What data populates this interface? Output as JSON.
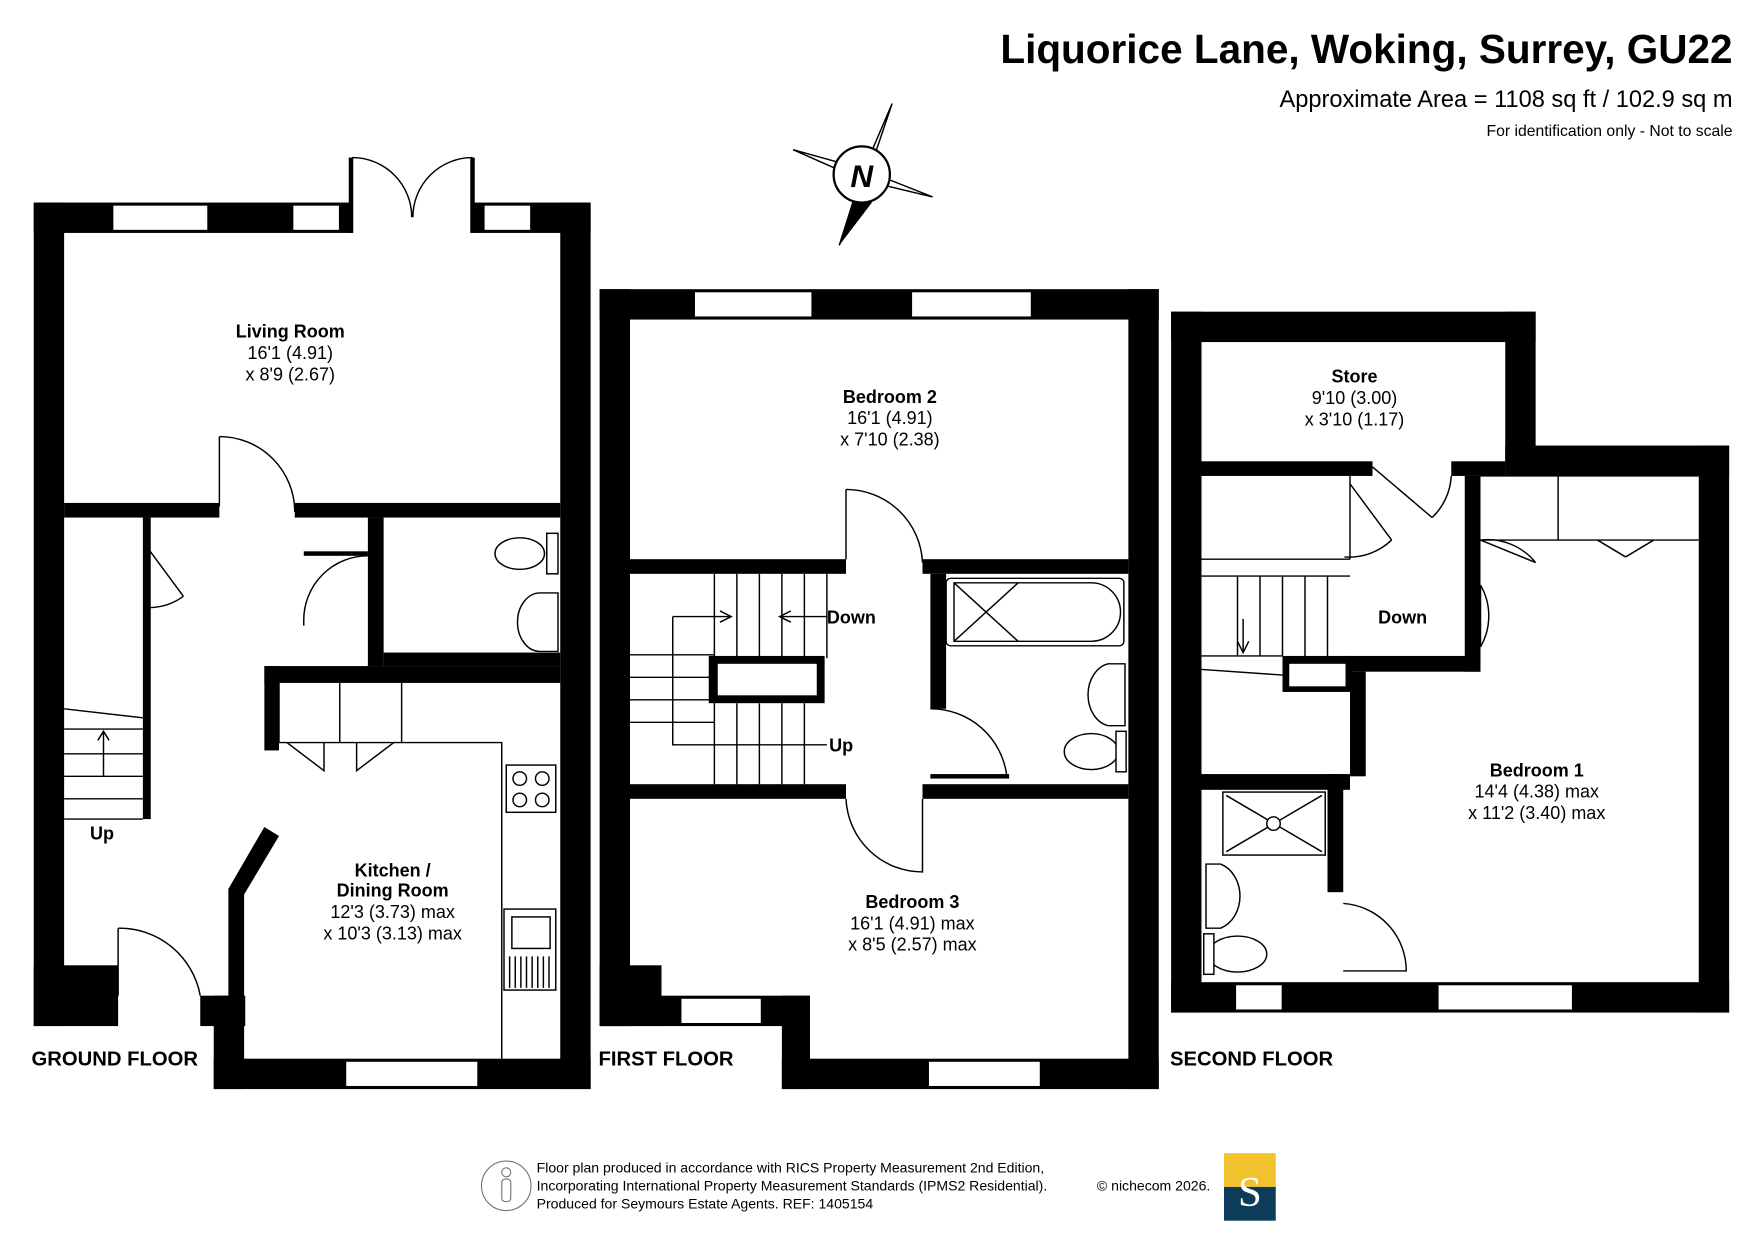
{
  "header": {
    "title": "Liquorice Lane, Woking, Surrey, GU22",
    "area": "Approximate Area = 1108 sq ft / 102.9 sq m",
    "disclaimer": "For identification only - Not to scale"
  },
  "compass": {
    "label": "N"
  },
  "floors": {
    "ground": {
      "label": "GROUND FLOOR",
      "stairs_label": "Up",
      "rooms": [
        {
          "name": "Living Room",
          "dim1": "16'1 (4.91)",
          "dim2": "x 8'9 (2.67)"
        },
        {
          "name": "Kitchen /",
          "name2": "Dining Room",
          "dim1": "12'3 (3.73) max",
          "dim2": "x 10'3 (3.13) max"
        }
      ]
    },
    "first": {
      "label": "FIRST FLOOR",
      "stairs_down": "Down",
      "stairs_up": "Up",
      "rooms": [
        {
          "name": "Bedroom 2",
          "dim1": "16'1 (4.91)",
          "dim2": "x 7'10 (2.38)"
        },
        {
          "name": "Bedroom 3",
          "dim1": "16'1 (4.91) max",
          "dim2": "x 8'5 (2.57) max"
        }
      ]
    },
    "second": {
      "label": "SECOND FLOOR",
      "stairs_down": "Down",
      "rooms": [
        {
          "name": "Store",
          "dim1": "9'10 (3.00)",
          "dim2": "x 3'10 (1.17)"
        },
        {
          "name": "Bedroom 1",
          "dim1": "14'4 (4.38) max",
          "dim2": "x 11'2 (3.40) max"
        }
      ]
    }
  },
  "footer": {
    "line1": "Floor plan produced in accordance with RICS Property Measurement 2nd Edition,",
    "line2": "Incorporating International Property Measurement Standards (IPMS2 Residential).",
    "copyright": "© nichecom 2026.",
    "line3": "Produced for Seymours Estate Agents.   REF: 1405154",
    "logo_letter": "S",
    "logo_colors": {
      "top": "#f2c12e",
      "bottom": "#0d3c5a"
    }
  }
}
